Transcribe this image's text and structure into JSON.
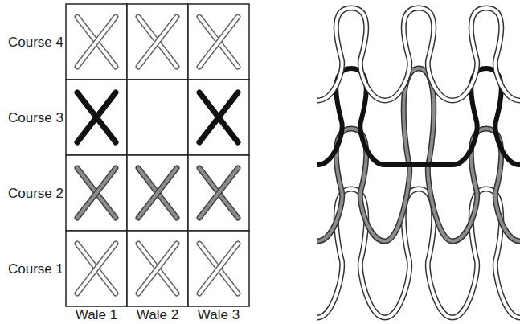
{
  "diagram": {
    "labels": [
      "Course 4",
      "Course 3",
      "Course 2",
      "Course 1",
      "Wale 1",
      "Wale 2",
      "Wale 3"
    ]
  }
}
